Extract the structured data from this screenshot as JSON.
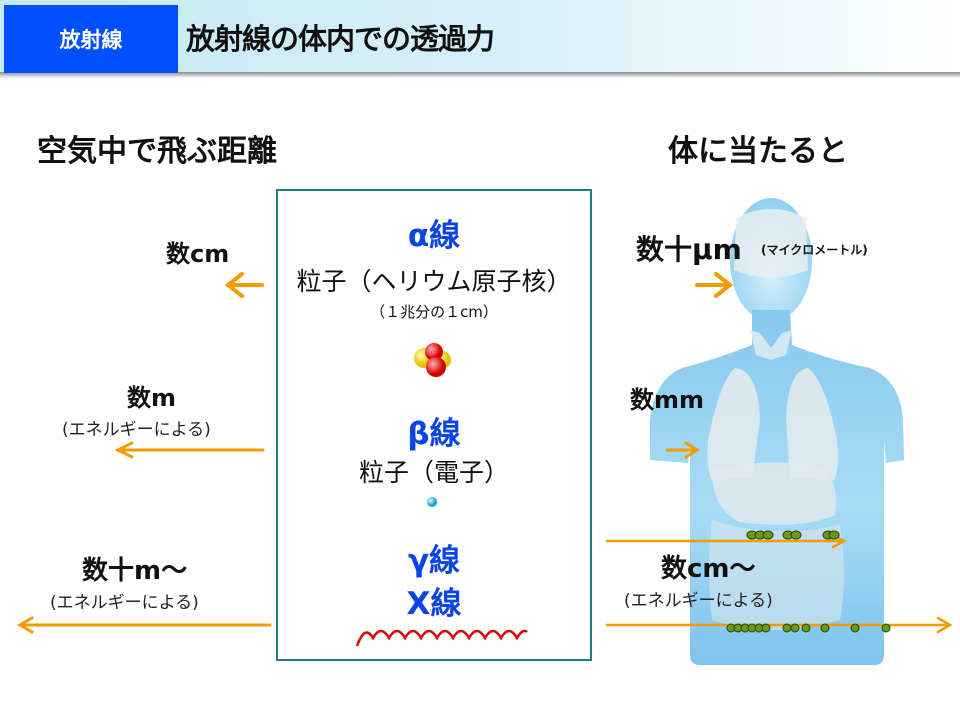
{
  "header": {
    "tag": "放射線",
    "title": "放射線の体内での透過力"
  },
  "left": {
    "title": "空気中で飛ぶ距離",
    "alpha_distance": "数cm",
    "beta_distance": "数m",
    "beta_note": "(エネルギーによる)",
    "gamma_distance": "数十m〜",
    "gamma_note": "(エネルギーによる)"
  },
  "center": {
    "alpha": {
      "label": "α線",
      "desc": "粒子（ヘリウム原子核）",
      "note": "（１兆分の１cm）",
      "icon": "helium-nucleus-icon"
    },
    "beta": {
      "label": "β線",
      "desc": "粒子（電子）",
      "icon": "electron-icon"
    },
    "gamma": {
      "label": "γ線",
      "icon": "wave-icon"
    },
    "xray": {
      "label": "X線"
    }
  },
  "right": {
    "title": "体に当たると",
    "alpha_depth": "数十μm",
    "alpha_depth_note": "(マイクロメートル)",
    "beta_depth": "数mm",
    "gamma_depth": "数cm〜",
    "gamma_note": "(エネルギーによる)"
  },
  "colors": {
    "accent_blue": "#0050ff",
    "ray_text": "#0b45e8",
    "arrow": "#f59a00",
    "box_border": "#1a8080",
    "wave": "#e00000",
    "body": "#8fcff0"
  }
}
